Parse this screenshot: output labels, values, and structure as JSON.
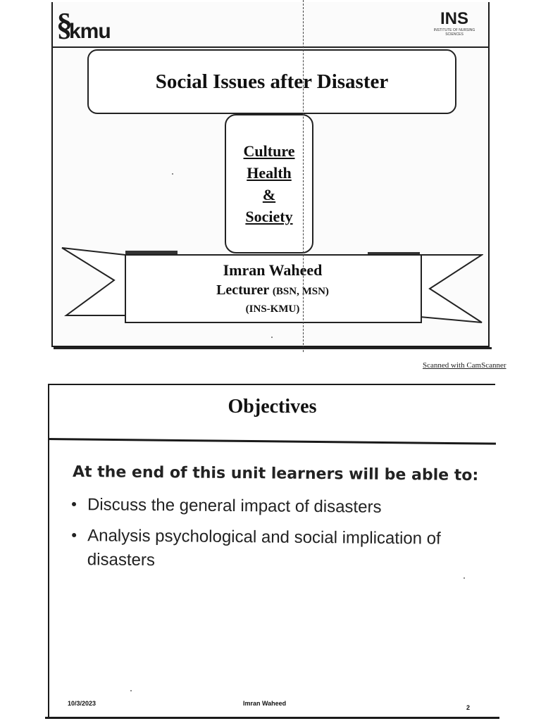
{
  "slide1": {
    "logo_left": {
      "text": "kmu",
      "icon": "kmu-logo-icon"
    },
    "logo_right": {
      "text": "INS",
      "subtext": "INSTITUTE OF NURSING SCIENCES"
    },
    "title": "Social Issues after Disaster",
    "topics": [
      "Culture",
      "Health",
      "&",
      "Society"
    ],
    "presenter": {
      "name": "Imran Waheed",
      "role": "Lecturer",
      "credentials": "(BSN, MSN)",
      "institution": "(INS-KMU)"
    }
  },
  "scanner_credit": "Scanned with CamScanner",
  "slide2": {
    "title": "Objectives",
    "intro": "At the end of this unit learners will be able to:",
    "bullets": [
      "Discuss the general impact of disasters",
      "Analysis psychological and social implication of disasters"
    ],
    "footer": {
      "date": "10/3/2023",
      "author": "Imran Waheed",
      "page": "2"
    }
  }
}
